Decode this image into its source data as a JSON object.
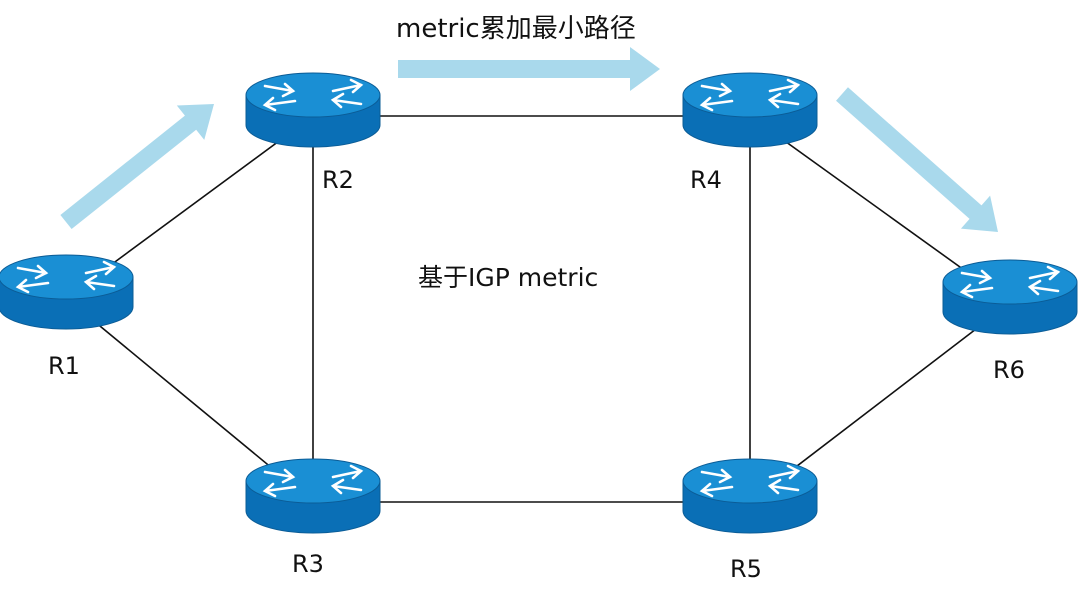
{
  "title": "metric累加最小路径",
  "center_label": "基于IGP metric",
  "routers": [
    {
      "id": "R1",
      "label": "R1"
    },
    {
      "id": "R2",
      "label": "R2"
    },
    {
      "id": "R3",
      "label": "R3"
    },
    {
      "id": "R4",
      "label": "R4"
    },
    {
      "id": "R5",
      "label": "R5"
    },
    {
      "id": "R6",
      "label": "R6"
    }
  ],
  "links": [
    [
      "R1",
      "R2"
    ],
    [
      "R1",
      "R3"
    ],
    [
      "R2",
      "R4"
    ],
    [
      "R2",
      "R3"
    ],
    [
      "R3",
      "R5"
    ],
    [
      "R4",
      "R5"
    ],
    [
      "R4",
      "R6"
    ],
    [
      "R5",
      "R6"
    ]
  ],
  "path": [
    "R1",
    "R2",
    "R4",
    "R6"
  ],
  "colors": {
    "router_top": "#1a8fd4",
    "router_body": "#0a6fb6",
    "router_outline": "#0b5c96",
    "path_arrow": "#a9d9ec",
    "link": "#111111"
  }
}
